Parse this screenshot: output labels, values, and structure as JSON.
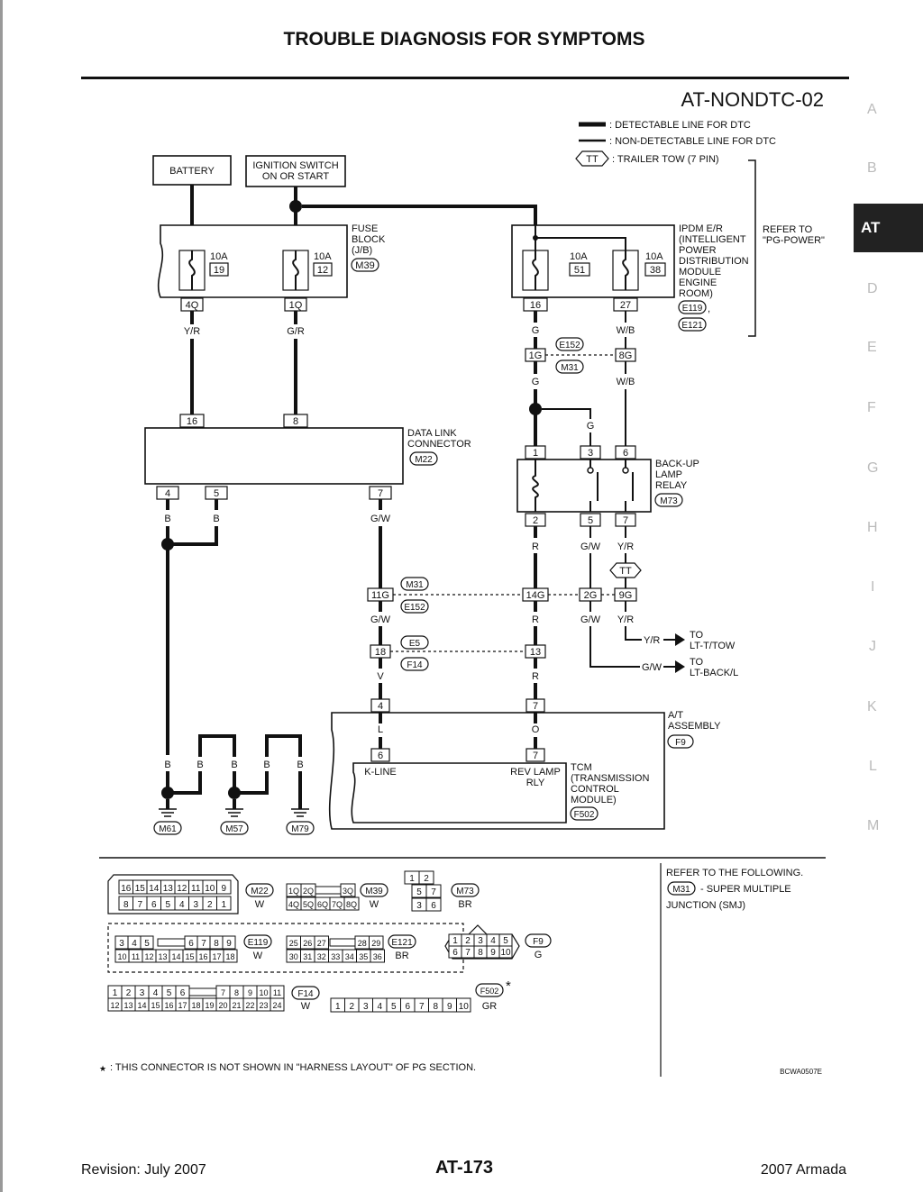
{
  "header": {
    "title": "TROUBLE DIAGNOSIS FOR SYMPTOMS"
  },
  "side_tabs": {
    "letters": [
      "A",
      "B",
      "D",
      "E",
      "F",
      "G",
      "H",
      "I",
      "J",
      "K",
      "L",
      "M"
    ],
    "active": "AT"
  },
  "diagram": {
    "code": "AT-NONDTC-02",
    "legend": {
      "detectable": ": DETECTABLE LINE FOR DTC",
      "non_detectable": ": NON-DETECTABLE LINE FOR DTC",
      "trailer_symbol": "TT",
      "trailer": ": TRAILER TOW (7 PIN)"
    },
    "battery": "BATTERY",
    "ignition": [
      "IGNITION SWITCH",
      "ON OR START"
    ],
    "fuse_block": {
      "label": [
        "FUSE",
        "BLOCK",
        "(J/B)"
      ],
      "conn": "M39",
      "fuses": [
        {
          "amp": "10A",
          "num": "19",
          "term": "4Q",
          "color": "Y/R"
        },
        {
          "amp": "10A",
          "num": "12",
          "term": "1Q",
          "color": "G/R"
        }
      ]
    },
    "ipdm": {
      "label": [
        "IPDM E/R",
        "(INTELLIGENT",
        "POWER",
        "DISTRIBUTION",
        "MODULE",
        "ENGINE",
        "ROOM)"
      ],
      "conn1": "E119",
      "comma": ",",
      "conn2": "E121",
      "fuses": [
        {
          "amp": "10A",
          "num": "51",
          "term": "16",
          "color": "G"
        },
        {
          "amp": "10A",
          "num": "38",
          "term": "27",
          "color": "W/B"
        }
      ]
    },
    "refer_pg": [
      "REFER TO",
      "\"PG-POWER\""
    ],
    "j1": {
      "c1": "1G",
      "c2": "8G",
      "tag1": "E152",
      "tag2": "M31",
      "col1": "G",
      "col2": "W/B"
    },
    "dlc": {
      "label": [
        "DATA LINK",
        "CONNECTOR"
      ],
      "conn": "M22",
      "top_pins": [
        "16",
        "8"
      ],
      "bottom_pins": [
        "4",
        "5",
        "7"
      ],
      "colors": [
        "B",
        "B",
        "G/W"
      ]
    },
    "relay": {
      "label": [
        "BACK-UP",
        "LAMP",
        "RELAY"
      ],
      "conn": "M73",
      "top_pins": [
        "1",
        "3",
        "6"
      ],
      "bottom_pins": [
        "2",
        "5",
        "7"
      ],
      "g_label": "G",
      "bottom_colors": [
        "R",
        "G/W",
        "Y/R"
      ],
      "tt": "TT"
    },
    "j2": {
      "c1": "11G",
      "c2": "14G",
      "c3": "2G",
      "c4": "9G",
      "tag1": "M31",
      "tag2": "E152",
      "colors": [
        "G/W",
        "R",
        "G/W",
        "Y/R"
      ]
    },
    "j3": {
      "c1": "18",
      "c2": "13",
      "tag1": "E5",
      "tag2": "F14",
      "colors": [
        "V",
        "R"
      ]
    },
    "to1": {
      "wire": "Y/R",
      "text": [
        "TO",
        "LT-T/TOW"
      ]
    },
    "to2": {
      "wire": "G/W",
      "text": [
        "TO",
        "LT-BACK/L"
      ]
    },
    "at_assy": {
      "label": [
        "A/T",
        "ASSEMBLY"
      ],
      "conn": "F9",
      "pins": [
        "4",
        "7"
      ],
      "colors": [
        "L",
        "O"
      ]
    },
    "tcm": {
      "label": [
        "TCM",
        "(TRANSMISSION",
        "CONTROL",
        "MODULE)"
      ],
      "conn": "F502",
      "pins": [
        "6",
        "7"
      ],
      "kline": "K-LINE",
      "rev": [
        "REV LAMP",
        "RLY"
      ]
    },
    "grounds": {
      "wire": "B",
      "names": [
        "M61",
        "M57",
        "M79"
      ]
    },
    "connectors": {
      "m22": {
        "tag": "M22",
        "color": "W",
        "row1": [
          "16",
          "15",
          "14",
          "13",
          "12",
          "11",
          "10",
          "9"
        ],
        "row2": [
          "8",
          "7",
          "6",
          "5",
          "4",
          "3",
          "2",
          "1"
        ]
      },
      "m39": {
        "tag": "M39",
        "color": "W",
        "row1": [
          "1Q",
          "2Q",
          "3Q"
        ],
        "row2": [
          "4Q",
          "5Q",
          "6Q",
          "7Q",
          "8Q"
        ]
      },
      "m73": {
        "tag": "M73",
        "color": "BR",
        "row1": [
          "1",
          "2"
        ],
        "row2": [
          "5",
          "7"
        ],
        "row3": [
          "3",
          "6"
        ]
      },
      "e119": {
        "tag": "E119",
        "color": "W",
        "row1": [
          "3",
          "4",
          "5",
          "6",
          "7",
          "8",
          "9"
        ],
        "row2": [
          "10",
          "11",
          "12",
          "13",
          "14",
          "15",
          "16",
          "17",
          "18"
        ]
      },
      "e121": {
        "tag": "E121",
        "color": "BR",
        "row1": [
          "25",
          "26",
          "27",
          "28",
          "29"
        ],
        "row2": [
          "30",
          "31",
          "32",
          "33",
          "34",
          "35",
          "36"
        ]
      },
      "f9": {
        "tag": "F9",
        "color": "G",
        "row1": [
          "1",
          "2",
          "3",
          "4",
          "5"
        ],
        "row2": [
          "6",
          "7",
          "8",
          "9",
          "10"
        ]
      },
      "f14": {
        "tag": "F14",
        "color": "W",
        "row1": [
          "1",
          "2",
          "3",
          "4",
          "5",
          "6",
          "7",
          "8",
          "9",
          "10",
          "11"
        ],
        "row2": [
          "12",
          "13",
          "14",
          "15",
          "16",
          "17",
          "18",
          "19",
          "20",
          "21",
          "22",
          "23",
          "24"
        ]
      },
      "f502": {
        "tag": "F502",
        "star": "*",
        "color": "GR",
        "row1": [
          "1",
          "2",
          "3",
          "4",
          "5",
          "6",
          "7",
          "8",
          "9",
          "10"
        ]
      }
    },
    "smj_note": {
      "line1": "REFER TO THE FOLLOWING.",
      "tag": "M31",
      "line2": "- SUPER MULTIPLE",
      "line3": "JUNCTION (SMJ)"
    },
    "footnote_star": "★",
    "footnote": ": THIS CONNECTOR IS NOT SHOWN IN \"HARNESS LAYOUT\" OF PG SECTION.",
    "figure_code": "BCWA0507E"
  },
  "footer": {
    "revision": "Revision: July 2007",
    "page": "AT-173",
    "model": "2007 Armada"
  }
}
